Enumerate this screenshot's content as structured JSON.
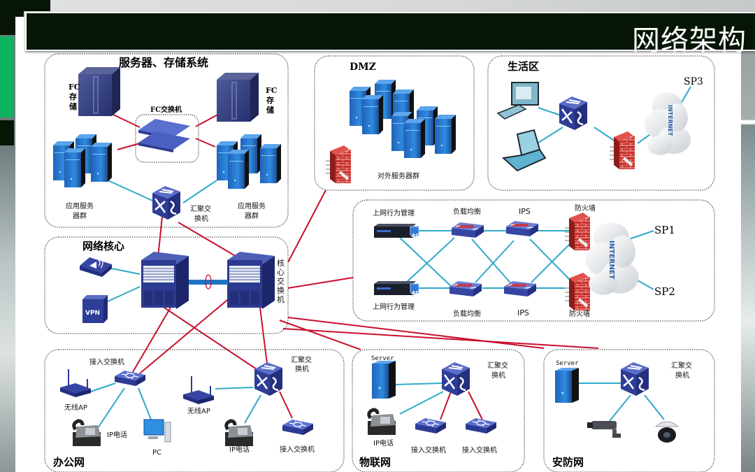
{
  "title": "网络架构",
  "colors": {
    "title_bar": "#061505",
    "accent_green": "#0db35f",
    "link_red": "#c8102e",
    "link_cyan": "#2fa9c9",
    "device_blue": "#2e3f8f"
  },
  "zones": {
    "server_storage": {
      "title": "服务器、存储系统",
      "fc_storage_left": "FC存储",
      "fc_storage_right": "FC存储",
      "fc_switch": "FC交换机",
      "app_servers_left": [
        "应用服务",
        "器群"
      ],
      "app_servers_right": [
        "应用服务",
        "器群"
      ],
      "agg_switch": [
        "汇聚交",
        "换机"
      ]
    },
    "dmz": {
      "title": "DMZ",
      "servers_label": "对外服务器群"
    },
    "living": {
      "title": "生活区",
      "isp": "SP3",
      "cloud": "INTERNET"
    },
    "egress": {
      "behavior_mgmt_top": "上网行为管理",
      "behavior_mgmt_bottom": "上网行为管理",
      "load_balancer_top": "负载均衡",
      "load_balancer_bottom": "负载均衡",
      "ips_top": "IPS",
      "ips_bottom": "IPS",
      "firewall_top": "防火墙",
      "firewall_bottom": "防火墙",
      "cloud": "INTERNET",
      "isp1": "SP1",
      "isp2": "SP2",
      "ac_badge": "AC"
    },
    "core": {
      "title": "网络核心",
      "core_switch": [
        "核",
        "心",
        "交",
        "换",
        "机"
      ],
      "vpn": "VPN"
    },
    "office": {
      "title": "办公网",
      "access_switch": "接入交换机",
      "wap_left": "无线AP",
      "wap_right": "无线AP",
      "ip_phone_left": "IP电话",
      "ip_phone_right": "IP电话",
      "pc": "PC",
      "agg_switch": [
        "汇聚交",
        "换机"
      ],
      "access_switch_right": "接入交换机"
    },
    "iot": {
      "title": "物联网",
      "server": "Server",
      "agg_switch": [
        "汇聚交",
        "换机"
      ],
      "ip_phone": "IP电话",
      "access_switch_1": "接入交换机",
      "access_switch_2": "接入交换机"
    },
    "security": {
      "title": "安防网",
      "server": "Server",
      "agg_switch": [
        "汇聚交",
        "换机"
      ]
    }
  }
}
